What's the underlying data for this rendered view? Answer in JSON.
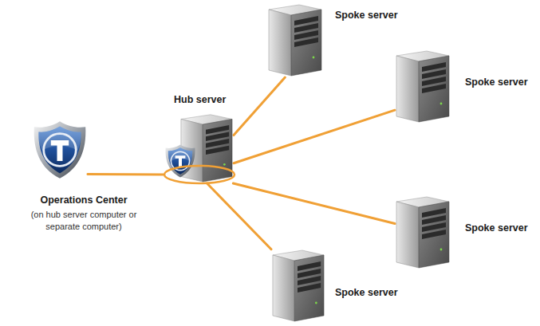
{
  "diagram": {
    "nodes": [
      {
        "text": [
          "Operations Center",
          "(on hub server computer or separate computer)"
        ]
      },
      {
        "text": [
          "Hub server"
        ]
      },
      {
        "text": [
          "Spoke server"
        ]
      },
      {
        "text": [
          "Spoke server"
        ]
      },
      {
        "text": [
          "Spoke server"
        ]
      },
      {
        "text": [
          "Spoke server"
        ]
      }
    ],
    "edges": [
      {
        "from": 0,
        "to": 1,
        "arrow": "none"
      },
      {
        "from": 1,
        "to": 2,
        "arrow": "none"
      },
      {
        "from": 1,
        "to": 3,
        "arrow": "none"
      },
      {
        "from": 1,
        "to": 4,
        "arrow": "none"
      },
      {
        "from": 1,
        "to": 5,
        "arrow": "none"
      }
    ]
  }
}
